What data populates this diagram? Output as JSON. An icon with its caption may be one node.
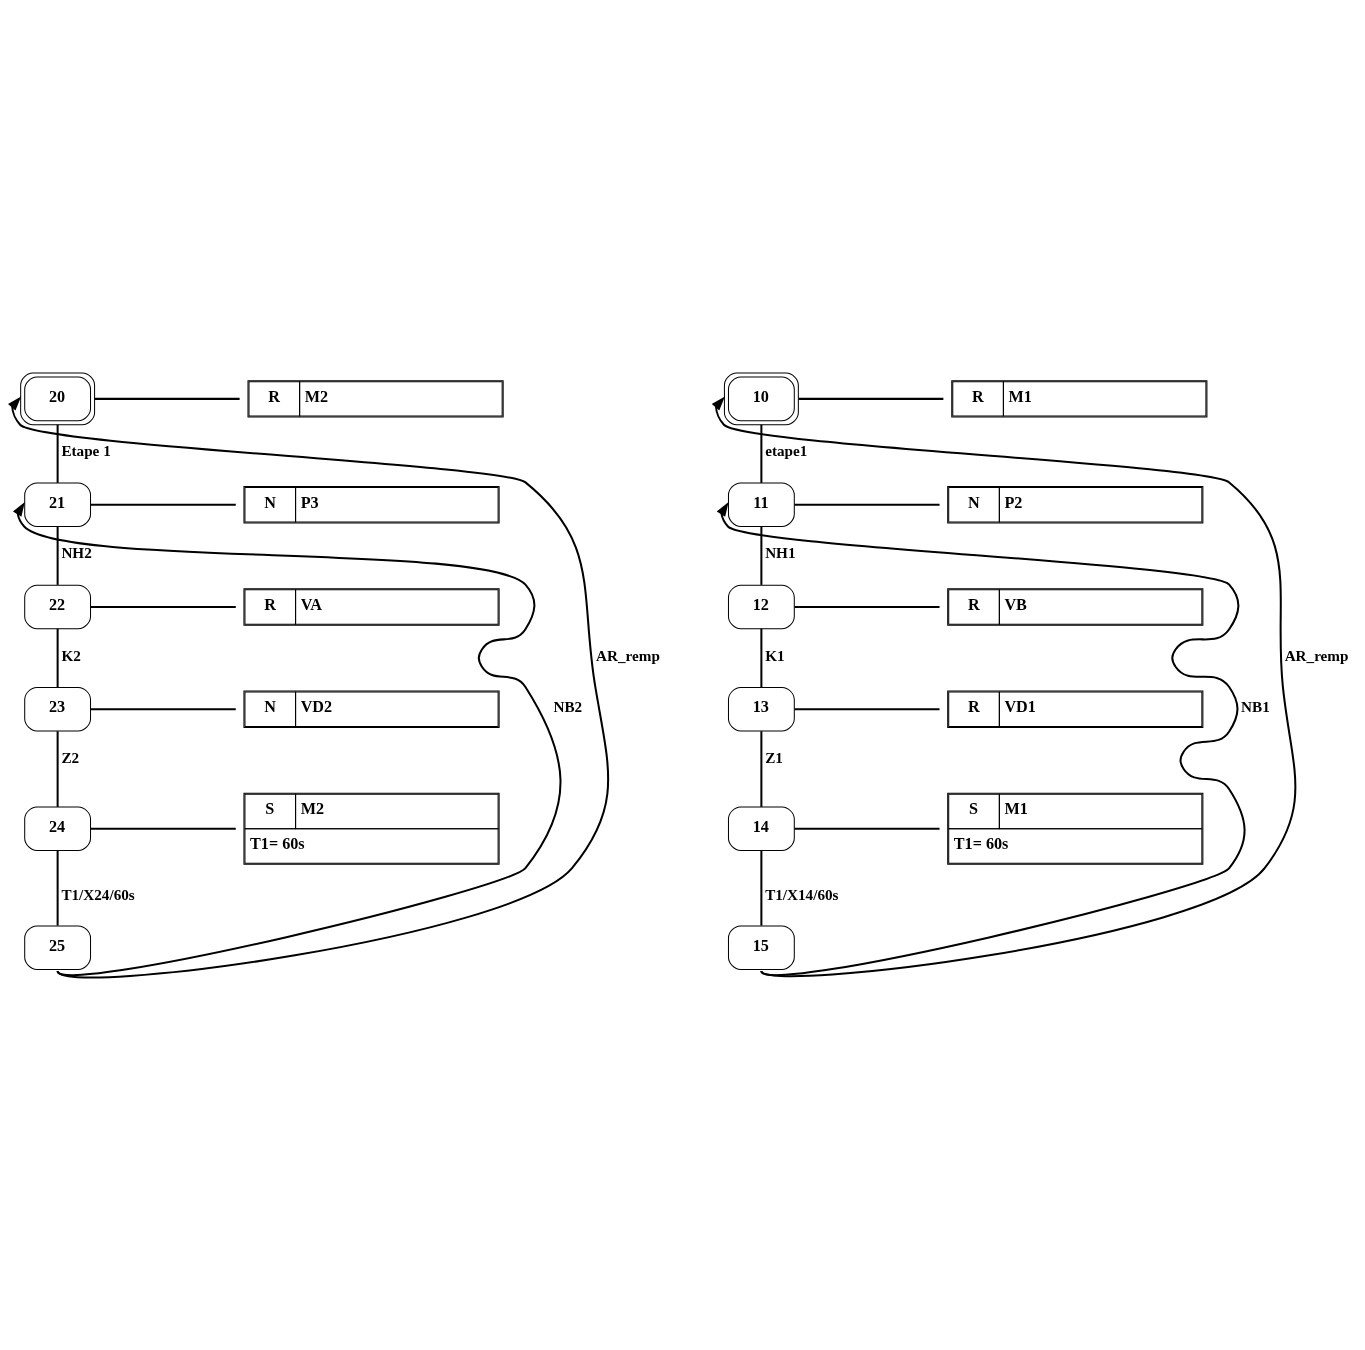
{
  "diagram": {
    "nodes": [
      {
        "text": [
          "20"
        ]
      },
      {
        "text": [
          "R",
          "M2"
        ]
      },
      {
        "text": [
          "21"
        ]
      },
      {
        "text": [
          "N",
          "P3"
        ]
      },
      {
        "text": [
          "22"
        ]
      },
      {
        "text": [
          "R",
          "VA"
        ]
      },
      {
        "text": [
          "23"
        ]
      },
      {
        "text": [
          "N",
          "VD2"
        ]
      },
      {
        "text": [
          "24"
        ]
      },
      {
        "text": [
          "S",
          "M2",
          "T1= 60s"
        ]
      },
      {
        "text": [
          "25"
        ]
      },
      {
        "text": [
          "10"
        ]
      },
      {
        "text": [
          "R",
          "M1"
        ]
      },
      {
        "text": [
          "11"
        ]
      },
      {
        "text": [
          "N",
          "P2"
        ]
      },
      {
        "text": [
          "12"
        ]
      },
      {
        "text": [
          "R",
          "VB"
        ]
      },
      {
        "text": [
          "13"
        ]
      },
      {
        "text": [
          "R",
          "VD1"
        ]
      },
      {
        "text": [
          "14"
        ]
      },
      {
        "text": [
          "S",
          "M1",
          "T1= 60s"
        ]
      },
      {
        "text": [
          "15"
        ]
      }
    ],
    "edges": [
      {
        "from": 0,
        "to": 1,
        "arrow": "none"
      },
      {
        "from": 0,
        "to": 2,
        "arrow": "none",
        "label": "Etape 1"
      },
      {
        "from": 2,
        "to": 3,
        "arrow": "none"
      },
      {
        "from": 2,
        "to": 4,
        "arrow": "none",
        "label": "NH2"
      },
      {
        "from": 4,
        "to": 5,
        "arrow": "none"
      },
      {
        "from": 4,
        "to": 6,
        "arrow": "none",
        "label": "K2"
      },
      {
        "from": 6,
        "to": 7,
        "arrow": "none"
      },
      {
        "from": 6,
        "to": 8,
        "arrow": "none",
        "label": "Z2"
      },
      {
        "from": 8,
        "to": 9,
        "arrow": "none"
      },
      {
        "from": 8,
        "to": 10,
        "arrow": "none",
        "label": "T1/X24/60s"
      },
      {
        "from": 10,
        "to": 2,
        "arrow": "to",
        "label": "NB2"
      },
      {
        "from": 10,
        "to": 0,
        "arrow": "to",
        "label": "AR_remp"
      },
      {
        "from": 11,
        "to": 12,
        "arrow": "none"
      },
      {
        "from": 11,
        "to": 13,
        "arrow": "none",
        "label": "etape1"
      },
      {
        "from": 13,
        "to": 14,
        "arrow": "none"
      },
      {
        "from": 13,
        "to": 15,
        "arrow": "none",
        "label": "NH1"
      },
      {
        "from": 15,
        "to": 16,
        "arrow": "none"
      },
      {
        "from": 15,
        "to": 17,
        "arrow": "none",
        "label": "K1"
      },
      {
        "from": 17,
        "to": 18,
        "arrow": "none"
      },
      {
        "from": 17,
        "to": 19,
        "arrow": "none",
        "label": "Z1"
      },
      {
        "from": 19,
        "to": 20,
        "arrow": "none"
      },
      {
        "from": 19,
        "to": 21,
        "arrow": "none",
        "label": "T1/X14/60s"
      },
      {
        "from": 21,
        "to": 13,
        "arrow": "to",
        "label": "NB1"
      },
      {
        "from": 21,
        "to": 11,
        "arrow": "to",
        "label": "AR_remp"
      }
    ]
  }
}
